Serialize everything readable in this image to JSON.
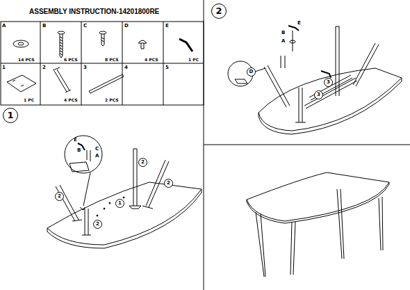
{
  "diagram": {
    "title": "ASSEMBLY INSTRUCTION-14201800RE",
    "labels": [
      "A",
      "14 PCS",
      "B",
      "6 PCS",
      "C",
      "8 PCS",
      "D",
      "4 PCS",
      "E",
      "1 PC",
      "1",
      "1 PC",
      "2",
      "4 PCS",
      "3",
      "2 PCS",
      "4",
      "5",
      "1",
      "E",
      "B",
      "C",
      "A",
      "2",
      "2",
      "1",
      "2",
      "2",
      "2",
      "E",
      "B",
      "A",
      "D",
      "3",
      "3"
    ]
  }
}
